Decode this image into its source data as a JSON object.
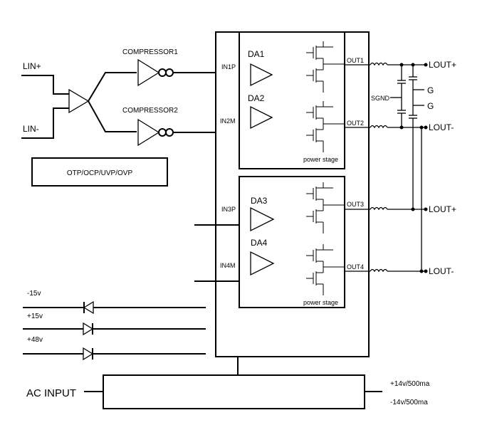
{
  "inputs": {
    "lin_plus": "LIN+",
    "lin_minus": "LIN-"
  },
  "compressors": [
    "COMPRESSOR1",
    "COMPRESSOR2"
  ],
  "protection": "OTP/OCP/UVP/OVP",
  "channels": {
    "in1p": "IN1P",
    "in2m": "IN2M",
    "in3p": "IN3P",
    "in4m": "IN4M",
    "da1": "DA1",
    "da2": "DA2",
    "da3": "DA3",
    "da4": "DA4",
    "power_stage_top": "power stage",
    "power_stage_bottom": "power stage"
  },
  "outputs": {
    "out1": "OUT1",
    "out2": "OUT2",
    "out3": "OUT3",
    "out4": "OUT4",
    "lout_plus_1": "LOUT+",
    "lout_minus_1": "LOUT-",
    "lout_plus_2": "LOUT+",
    "lout_minus_2": "LOUT-",
    "sgnd": "SGND",
    "g1": "G",
    "g2": "G"
  },
  "supplies": {
    "neg15": "-15v",
    "pos15": "+15v",
    "pos48": "+48v"
  },
  "ac": {
    "label": "AC INPUT",
    "out_pos": "+14v/500ma",
    "out_neg": "-14v/500ma"
  }
}
